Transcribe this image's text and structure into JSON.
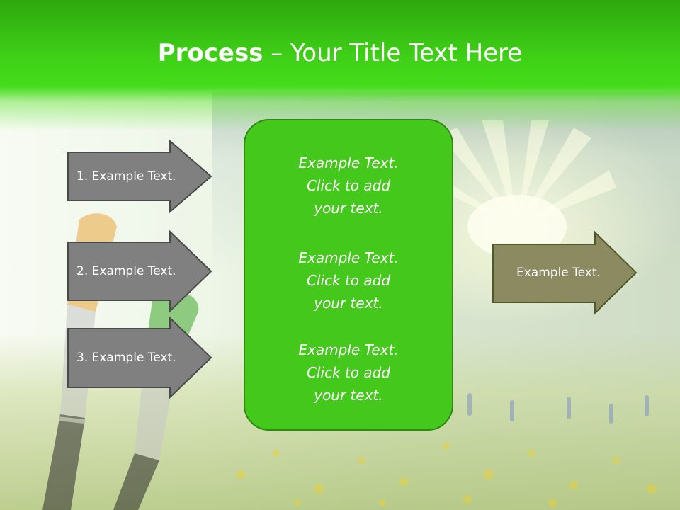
{
  "title": {
    "bold": "Process",
    "rest": " – Your Title Text Here"
  },
  "steps": [
    {
      "label": "1. Example Text."
    },
    {
      "label": "2. Example Text."
    },
    {
      "label": "3. Example Text."
    }
  ],
  "center_blocks": [
    {
      "lines": [
        "Example Text.",
        "Click  to add",
        "your text."
      ]
    },
    {
      "lines": [
        "Example Text.",
        "Click  to add",
        "your text."
      ]
    },
    {
      "lines": [
        "Example Text.",
        "Click  to add",
        "your text."
      ]
    }
  ],
  "result": {
    "label": "Example Text."
  },
  "colors": {
    "title_band": "#3fd117",
    "step_arrow_fill": "#808080",
    "step_arrow_border": "#4a4a4a",
    "center_fill": "#45c81c",
    "center_border": "#2f8a12",
    "result_arrow_fill": "#8c8a60",
    "result_arrow_border": "#4f5a2a",
    "text": "#ffffff"
  }
}
